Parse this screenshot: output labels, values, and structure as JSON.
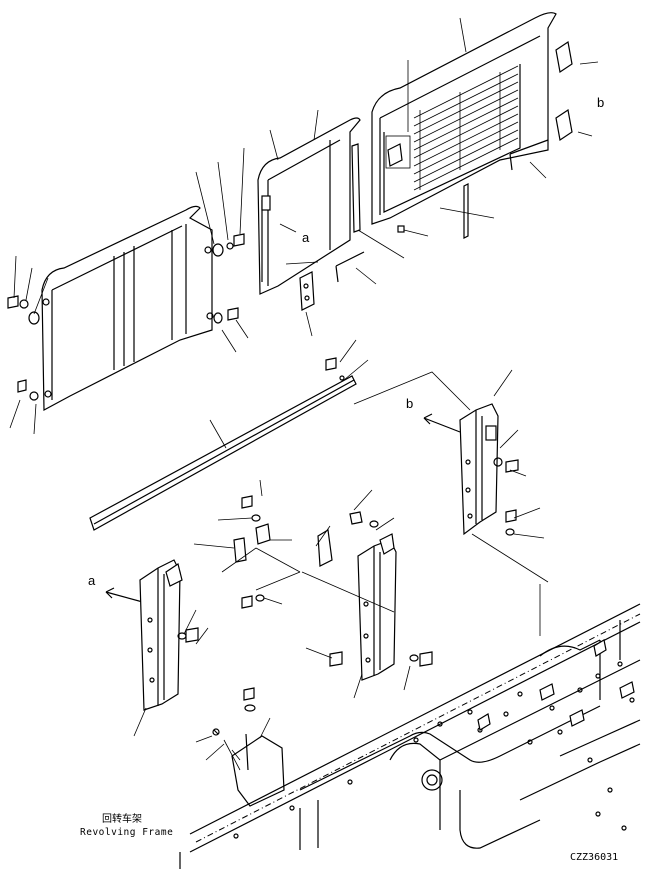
{
  "callouts": {
    "upper_a": "a",
    "upper_b": "b",
    "arrow_b": "b",
    "arrow_a": "a"
  },
  "frame_label": {
    "chinese": "回转车架",
    "english": "Revolving Frame"
  },
  "drawing_code": "CZZ36031"
}
